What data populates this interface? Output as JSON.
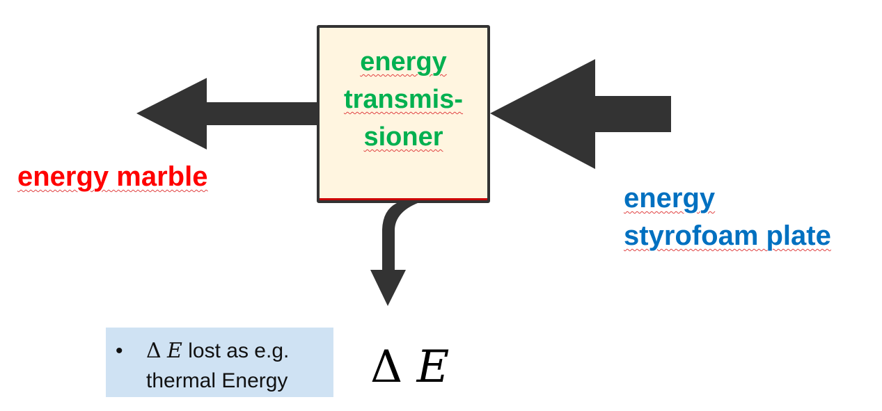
{
  "diagram": {
    "central_box": {
      "lines": [
        "energy",
        "transmis-",
        "sioner"
      ],
      "text_color": "#00b050",
      "fill_color": "#fff5e0"
    },
    "output_label": {
      "text": "energy marble",
      "color": "#ff0000"
    },
    "input_label": {
      "lines": [
        "energy",
        "styrofoam plate"
      ],
      "color": "#0070c0"
    },
    "loss_symbol": {
      "delta": "Δ",
      "variable": "E"
    },
    "note": {
      "bullet": "•",
      "delta": "Δ",
      "variable": "E",
      "line1_rest": "lost as e.g.",
      "line2": "thermal Energy",
      "background": "#cfe2f3"
    },
    "arrow_color": "#333333"
  }
}
